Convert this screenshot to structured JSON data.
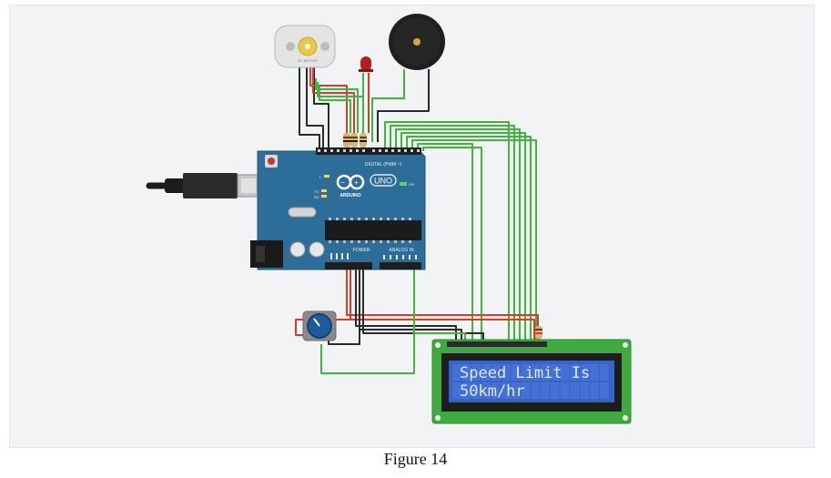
{
  "caption": "Figure 14",
  "arduino": {
    "brand": "ARDUINO",
    "model": "UNO",
    "digital_header_label": "DIGITAL (PWM ~)",
    "power_label": "POWER",
    "analog_label": "ANALOG IN",
    "on_label": "ON",
    "tx_label": "TX",
    "rx_label": "RX",
    "l_label": "L"
  },
  "motor": {
    "label": "DC MOTOR"
  },
  "lcd": {
    "line1": "Speed Limit Is",
    "line2": "50km/hr",
    "backlight_color": "#3a63c8",
    "text_color": "#dfe8ff",
    "pcb_color": "#3faa3f"
  },
  "colors": {
    "arduino_board": "#2c6d9a",
    "wire_green": "#3fb43f",
    "wire_red": "#d63b2b",
    "wire_black": "#2a2a2a"
  }
}
